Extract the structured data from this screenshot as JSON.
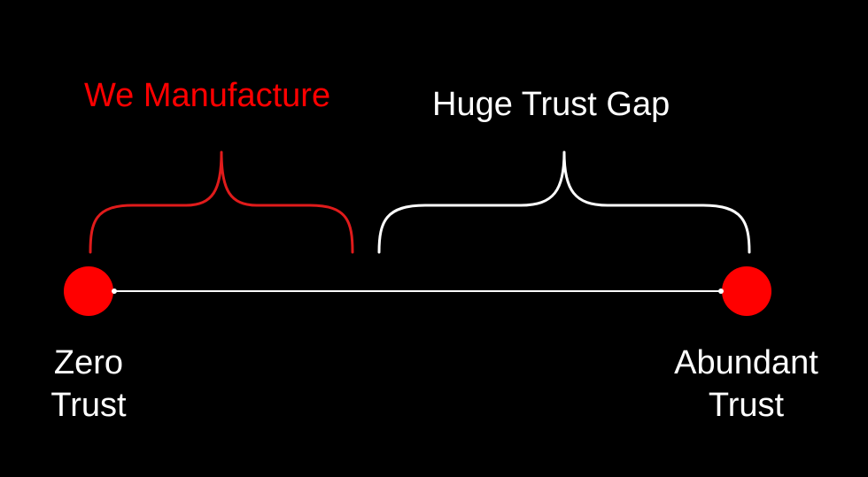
{
  "colors": {
    "background": "#000000",
    "accent": "#ff0000",
    "bracket_left": "#e01b1b",
    "text": "#ffffff",
    "line": "#ffffff"
  },
  "brackets": {
    "left_label": "We Manufacture",
    "right_label": "Huge Trust Gap"
  },
  "endpoints": {
    "left": {
      "line1": "Zero",
      "line2": "Trust"
    },
    "right": {
      "line1": "Abundant",
      "line2": "Trust"
    }
  }
}
